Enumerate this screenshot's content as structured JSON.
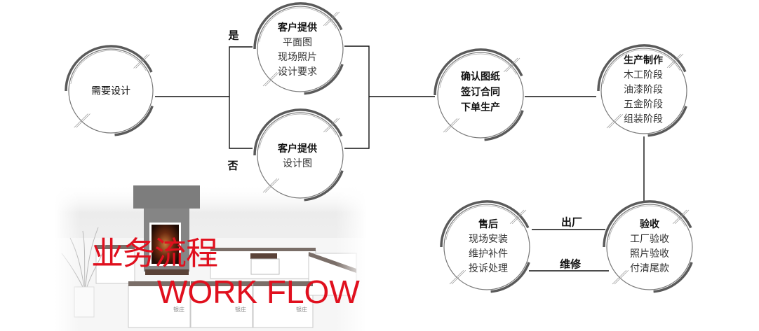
{
  "nodes": [
    {
      "id": "need-design",
      "title": "需要设计",
      "lines": []
    },
    {
      "id": "client-provides-yes",
      "title": "客户提供",
      "lines": [
        "平面图",
        "现场照片",
        "设计要求"
      ]
    },
    {
      "id": "client-provides-no",
      "title": "客户提供",
      "lines": [
        "设计图"
      ]
    },
    {
      "id": "confirm",
      "title": "",
      "lines_bold": [
        "确认图纸",
        "签订合同",
        "下单生产"
      ]
    },
    {
      "id": "production",
      "title": "生产制作",
      "lines": [
        "木工阶段",
        "油漆阶段",
        "五金阶段",
        "组装阶段"
      ]
    },
    {
      "id": "inspection",
      "title": "验收",
      "lines": [
        "工厂验收",
        "照片验收",
        "付清尾款"
      ]
    },
    {
      "id": "after-sales",
      "title": "售后",
      "lines": [
        "现场安装",
        "维护补件",
        "投诉处理"
      ]
    }
  ],
  "edge_labels": {
    "yes": "是",
    "no": "否",
    "ship": "出厂",
    "repair": "维修"
  },
  "banner": {
    "title_cn": "业务流程",
    "title_en": "WORK FLOW",
    "color": "#e0101e"
  },
  "photo": {
    "counter_labels": [
      "银庄",
      "银庄",
      "银庄"
    ]
  },
  "colors": {
    "arc": "#5a5a5a",
    "circle": "#777777",
    "line": "#111111"
  }
}
